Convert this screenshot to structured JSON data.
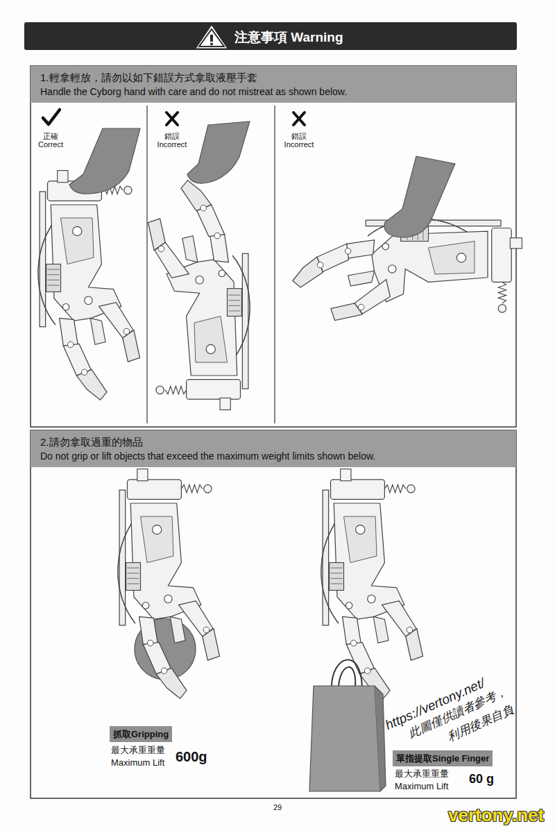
{
  "diagram": {
    "title": "注意事項 Warning",
    "nodes": [
      {
        "text": [
          "1.輕拿輕放，請勿以如下錯誤方式拿取液壓手套",
          "Handle the Cyborg hand with care and do not mistreat as shown below."
        ]
      },
      {
        "text": [
          "2.請勿拿取過重的物品",
          "Do not grip or lift objects that exceed the maximum weight limits shown below."
        ]
      },
      {
        "text": [
          "抓取Gripping"
        ]
      },
      {
        "text": [
          "單指提取Single Finger"
        ]
      }
    ],
    "labels": [
      "正確",
      "Correct",
      "錯誤",
      "Incorrect",
      "錯誤",
      "Incorrect",
      "最大承重重量",
      "Maximum Lift",
      "600g",
      "最大承重重量",
      "Maximum Lift",
      "60 g",
      "29",
      "https://vertony.net/",
      "此圖僅供讀者參考，",
      "利用後果自負",
      "vertony.net"
    ]
  }
}
